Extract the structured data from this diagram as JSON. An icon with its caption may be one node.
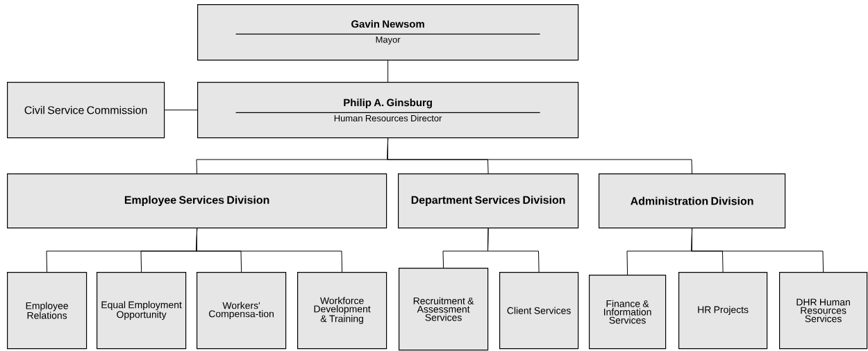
{
  "diagram": {
    "nodes": [
      {
        "text": [
          "Gavin Newsom",
          "Mayor"
        ]
      },
      {
        "text": [
          "Civil Service Commission"
        ]
      },
      {
        "text": [
          "Philip A. Ginsburg",
          "Human Resources Director"
        ]
      },
      {
        "text": [
          "Employee Services Division"
        ]
      },
      {
        "text": [
          "Department Services Division"
        ]
      },
      {
        "text": [
          "Administration Division"
        ]
      },
      {
        "text": [
          "Employee Relations"
        ]
      },
      {
        "text": [
          "Equal Employment Opportunity"
        ]
      },
      {
        "text": [
          "Workers' Compensa-tion"
        ]
      },
      {
        "text": [
          "Workforce Development & Training"
        ]
      },
      {
        "text": [
          "Recruitment & Assessment Services"
        ]
      },
      {
        "text": [
          "Client Services"
        ]
      },
      {
        "text": [
          "Finance & Information Services"
        ]
      },
      {
        "text": [
          "HR Projects"
        ]
      },
      {
        "text": [
          "DHR Human Resources Services"
        ]
      }
    ],
    "edges": [
      {
        "from": 0,
        "to": 2,
        "arrow": "none"
      },
      {
        "from": 1,
        "to": 2,
        "arrow": "none"
      },
      {
        "from": 2,
        "to": 3,
        "arrow": "none"
      },
      {
        "from": 2,
        "to": 4,
        "arrow": "none"
      },
      {
        "from": 2,
        "to": 5,
        "arrow": "none"
      },
      {
        "from": 3,
        "to": 6,
        "arrow": "none"
      },
      {
        "from": 3,
        "to": 7,
        "arrow": "none"
      },
      {
        "from": 3,
        "to": 8,
        "arrow": "none"
      },
      {
        "from": 3,
        "to": 9,
        "arrow": "none"
      },
      {
        "from": 4,
        "to": 10,
        "arrow": "none"
      },
      {
        "from": 4,
        "to": 11,
        "arrow": "none"
      },
      {
        "from": 5,
        "to": 12,
        "arrow": "none"
      },
      {
        "from": 5,
        "to": 13,
        "arrow": "none"
      },
      {
        "from": 5,
        "to": 14,
        "arrow": "none"
      }
    ]
  }
}
